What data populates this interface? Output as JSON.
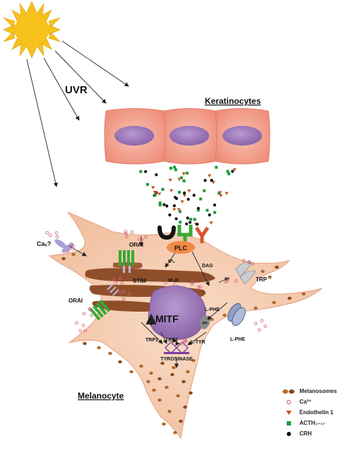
{
  "labels": {
    "uvr": "UVR",
    "keratinocytes": "Keratinocytes",
    "melanocyte": "Melanocyte",
    "ca_x": "Caₓ?",
    "orai_top": "ORAI",
    "orai_left": "ORAI",
    "plc": "PLC",
    "ip3": "IP₃",
    "dag": "DAG",
    "stim": "STIM",
    "ip3r": "IP₃R",
    "trp": "TRP",
    "mitf": "MITF",
    "l_phe_in": "L-PHE",
    "l_phe_out": "L-PHE",
    "l_tyr": "L-TYR",
    "trp1": "TRP1",
    "trp2": "TRP2",
    "tyrosinase": "TYROSINASE",
    "ph": "PH"
  },
  "legend": [
    {
      "key": "melanosomes",
      "label": "Melanosomes",
      "color": "#b06a30"
    },
    {
      "key": "calcium",
      "label": "Ca²⁺",
      "color": "#d0607a"
    },
    {
      "key": "endothelin",
      "label": "Endothelin 1",
      "color": "#c0521f"
    },
    {
      "key": "acth",
      "label": "ACTH₁₋₁₇",
      "color": "#1d9a3a"
    },
    {
      "key": "crh",
      "label": "CRH",
      "color": "#111111"
    }
  ],
  "colors": {
    "sun": "#f6c21b",
    "keratinocyte": "#f4a493",
    "nucleus": "#a684c0",
    "cell_body": "#f5cdb1",
    "organelle": "#8f4e2a",
    "orai": "#3aa835"
  }
}
